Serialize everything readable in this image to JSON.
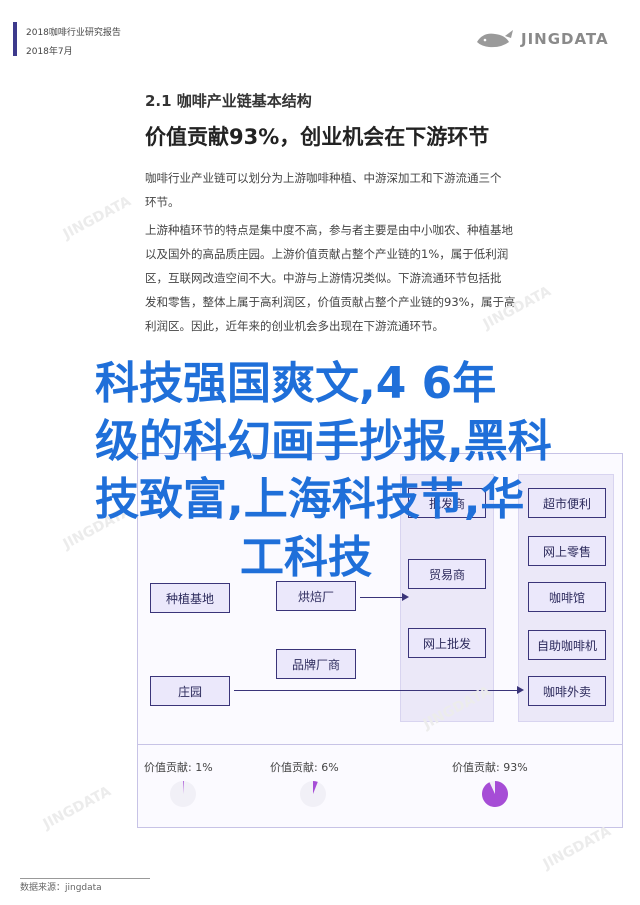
{
  "header": {
    "report_title": "2018咖啡行业研究报告",
    "report_date": "2018年7月",
    "brand": "JINGDATA"
  },
  "watermarks": [
    "JINGDATA",
    "JINGDATA",
    "JINGDATA",
    "JINGDATA",
    "JINGDATA",
    "JINGDATA"
  ],
  "section": {
    "label": "2.1 咖啡产业链基本结构",
    "headline": "价值贡献93%，创业机会在下游环节"
  },
  "paragraph1": [
    "咖啡行业产业链可以划分为上游咖啡种植、中游深加工和下游流通三个",
    "环节。"
  ],
  "paragraph2": [
    "上游种植环节的特点是集中度不高，参与者主要是由中小咖农、种植基地",
    "以及国外的高品质庄园。上游价值贡献占整个产业链的1%，属于低利润",
    "区，互联网改造空间不大。中游与上游情况类似。下游流通环节包括批",
    "发和零售，整体上属于高利润区，价值贡献占整个产业链的93%，属于高",
    "利润区。因此，近年来的创业机会多出现在下游流通环节。"
  ],
  "overlay_title": [
    "科技强国爽文,4 6年",
    "级的科幻画手抄报,黑科",
    "技致富,上海科技节,华",
    "工科技"
  ],
  "diagram": {
    "upstream": [
      "种植基地",
      "庄园"
    ],
    "midstream": [
      "烘焙厂",
      "品牌厂商"
    ],
    "downstream_wholesale": [
      "批发商",
      "贸易商",
      "网上批发"
    ],
    "downstream_retail": [
      "超市便利",
      "网上零售",
      "咖啡馆",
      "自助咖啡机",
      "咖啡外卖"
    ],
    "contributions": [
      "价值贡献: 1%",
      "价值贡献: 6%",
      "价值贡献: 93%"
    ],
    "contribution_values": [
      1,
      6,
      93
    ],
    "colors": {
      "box_border": "#3a3479",
      "box_fill": "#ebe8fb",
      "pie_fill": "#a64dd6",
      "pie_bg": "#f1f0f7"
    }
  },
  "footer": {
    "source": "数据来源：jingdata"
  }
}
